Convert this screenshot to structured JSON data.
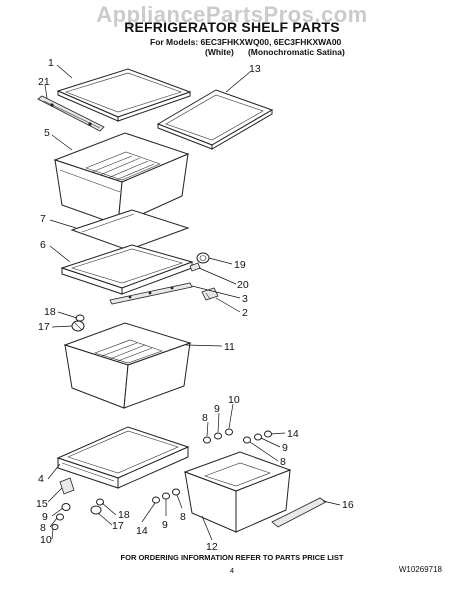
{
  "watermark": "AppliancePartsPros.com",
  "title": "REFRIGERATOR SHELF PARTS",
  "models_line": "For Models: 6EC3FHKXWQ00, 6EC3FHKXWA00",
  "variants_line": "(White)      (Monochromatic Satina)",
  "footer_text": "FOR ORDERING INFORMATION REFER TO PARTS PRICE LIST",
  "page_number": "4",
  "document_number": "W10269718",
  "callouts": {
    "c1": "1",
    "c21": "21",
    "c13": "13",
    "c5": "5",
    "c7": "7",
    "c6": "6",
    "c19": "19",
    "c20": "20",
    "c3": "3",
    "c2": "2",
    "c18a": "18",
    "c17a": "17",
    "c11": "11",
    "c8a": "8",
    "c9a": "9",
    "c10a": "10",
    "c14a": "14",
    "c9b": "9",
    "c8b": "8",
    "c4": "4",
    "c15": "15",
    "c16": "16",
    "c9c": "9",
    "c8c": "8",
    "c14b": "14",
    "c9d": "9",
    "c10b": "10",
    "c17b": "17",
    "c18b": "18",
    "c12": "12"
  }
}
